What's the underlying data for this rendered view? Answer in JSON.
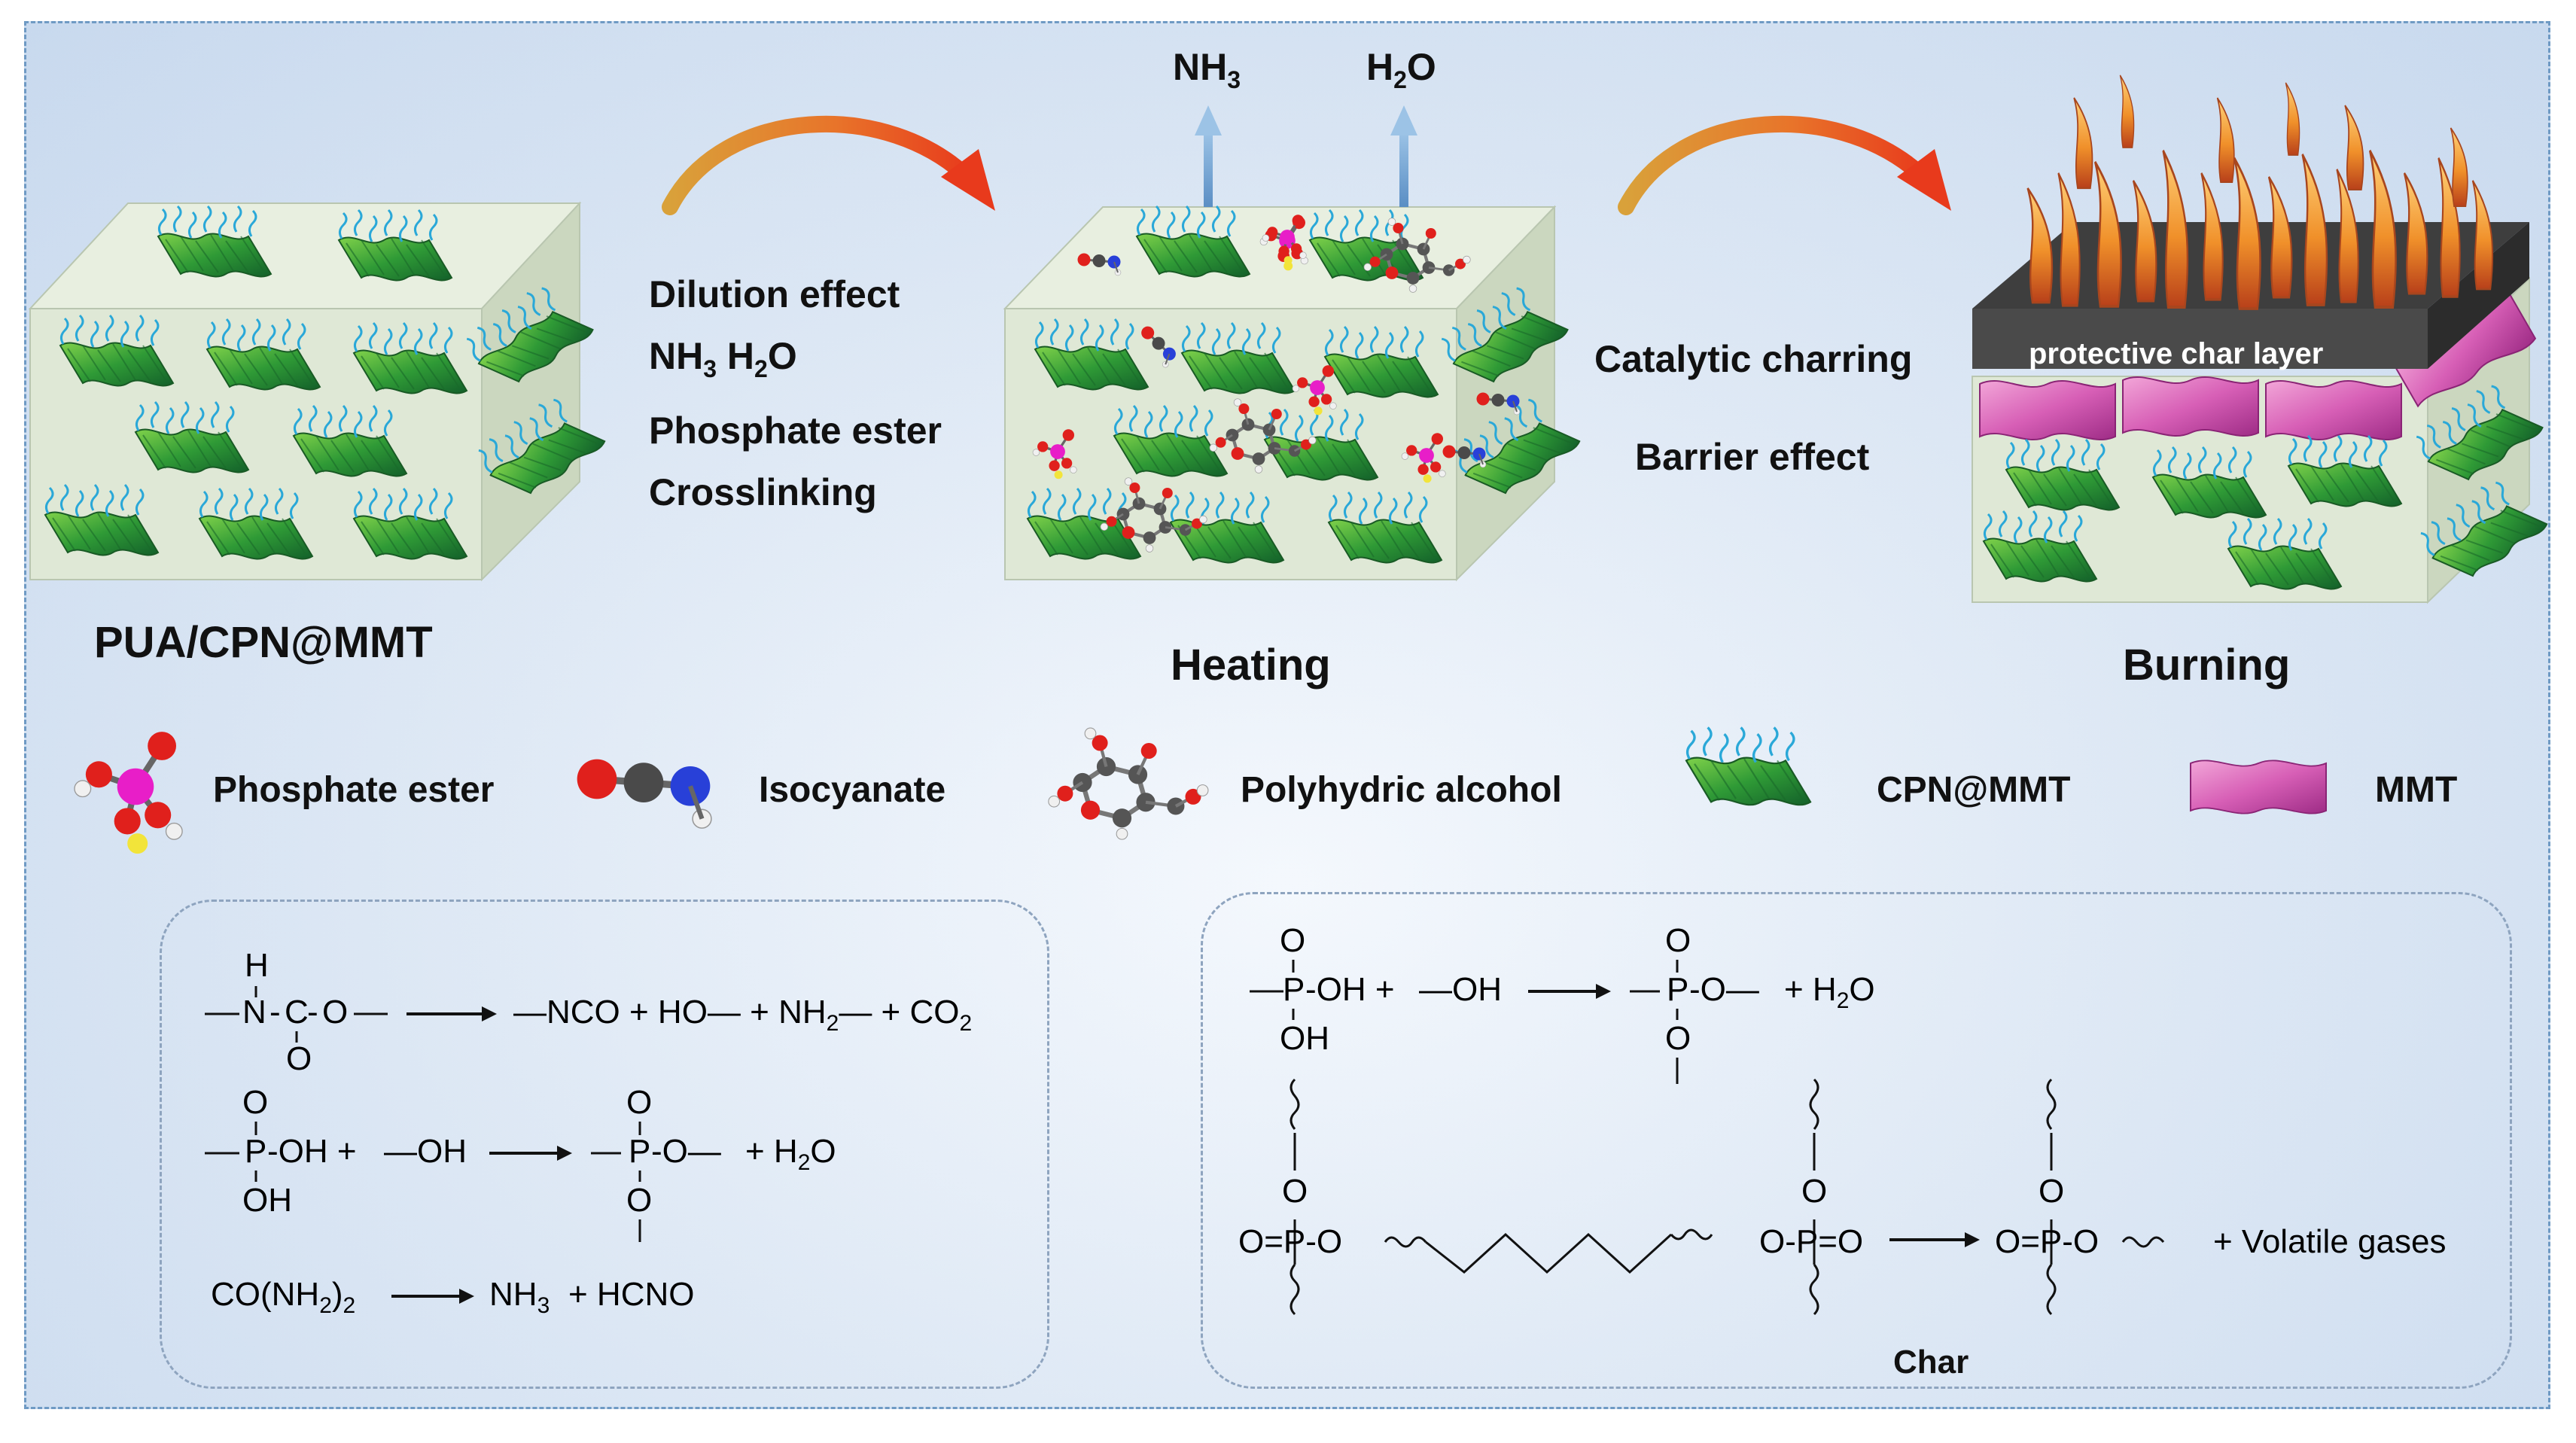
{
  "stages": {
    "stage1": "PUA/CPN@MMT",
    "stage2": "Heating",
    "stage3": "Burning"
  },
  "gases": {
    "gas1_main": "NH",
    "gas1_sub": "3",
    "gas2_main": "H",
    "gas2_sub": "2",
    "gas2_end": "O"
  },
  "heating_mechanisms": {
    "m1": "Dilution effect",
    "m2_a": "NH",
    "m2_a_sub": "3",
    "m2_b": " H",
    "m2_b_sub": "2",
    "m2_c": "O",
    "m3": "Phosphate ester",
    "m4": "Crosslinking"
  },
  "burning_mechanisms": {
    "m1": "Catalytic charring",
    "m2": "Barrier effect"
  },
  "char_layer_label": "protective char layer",
  "legend": {
    "phosphate_ester": "Phosphate ester",
    "isocyanate": "Isocyanate",
    "polyhydric_alcohol": "Polyhydric alcohol",
    "cpn_mmt": "CPN@MMT",
    "mmt": "MMT"
  },
  "reactions_left": {
    "r1_H": "H",
    "r1_N": "N",
    "r1_C": "C",
    "r1_O1": "O",
    "r1_O2": "O",
    "r1_p1": "—NCO + HO— + NH",
    "r1_p1_sub": "2",
    "r1_p2": "— + CO",
    "r1_p2_sub": "2",
    "r2_O": "O",
    "r2_P": "P",
    "r2_OH": "-OH +",
    "r2_OH2": "—OH",
    "r2_OHb": "OH",
    "r2_prodO": "O",
    "r2_prodP": "P",
    "r2_prodO2": "-O—",
    "r2_prodO3": "O",
    "r2_prod_h2o": "+ H",
    "r2_prod_h2o_sub": "2",
    "r2_prod_h2o_end": "O",
    "r3_a": "CO(NH",
    "r3_a_sub": "2",
    "r3_a_end": ")",
    "r3_a_sub2": "2",
    "r3_b": "NH",
    "r3_b_sub": "3",
    "r3_c": "+ HCNO"
  },
  "reactions_right": {
    "r1_O": "O",
    "r1_P": "P",
    "r1_OH": "-OH +",
    "r1_OH2": "—OH",
    "r1_OHb": "OH",
    "r1_prodO": "O",
    "r1_prodP": "P",
    "r1_prodO2": "-O—",
    "r1_prodO3": "O",
    "r1_h2o": "+ H",
    "r1_h2o_sub": "2",
    "r1_h2o_end": "O",
    "r2_left": "O=P-O",
    "r2_right": "O-P=O",
    "r2_O_a": "O",
    "r2_O_b": "O",
    "r2_O_c": "O",
    "r2_product": "O=P-O",
    "r2_volatile": "+   Volatile gases",
    "char": "Char"
  },
  "colors": {
    "sheet_green": "#3aa23a",
    "sheet_dark": "#1d6e2a",
    "chain_blue": "#2aa8d8",
    "mmt_pink": "#d75fb6",
    "fire_orange": "#f0902a",
    "arrow_red": "#e83a1c",
    "arrow_gold": "#d9a13a",
    "gas_arrow": "#6f9fce"
  }
}
